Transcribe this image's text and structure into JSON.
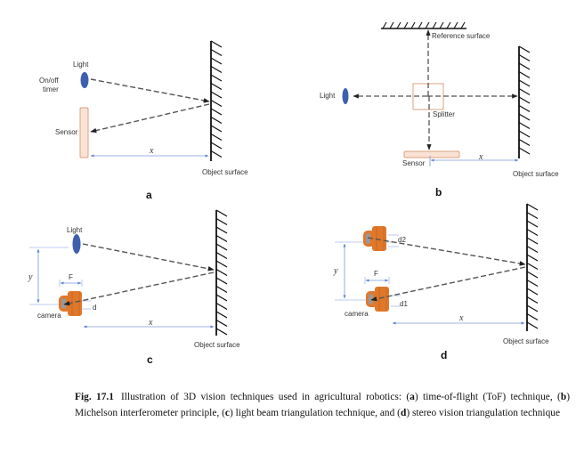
{
  "figure": {
    "panels": {
      "a": {
        "letter": "a",
        "labels": {
          "light": "Light",
          "timer_line1": "On/off",
          "timer_line2": "timer",
          "sensor": "Sensor",
          "x": "x",
          "object": "Object surface"
        }
      },
      "b": {
        "letter": "b",
        "labels": {
          "reference": "Reference surface",
          "light": "Light",
          "splitter": "Splitter",
          "sensor": "Sensor",
          "x": "x",
          "object": "Object surface"
        }
      },
      "c": {
        "letter": "c",
        "labels": {
          "light": "Light",
          "y": "y",
          "f": "F",
          "d": "d",
          "camera": "camera",
          "x": "x",
          "object": "Object surface"
        }
      },
      "d": {
        "letter": "d",
        "labels": {
          "d2": "d2",
          "y": "y",
          "f": "F",
          "d1": "d1",
          "camera": "camera",
          "x": "x",
          "object": "Object surface"
        }
      }
    },
    "colors": {
      "light": "#3d5fae",
      "sensor_fill": "#fae3d4",
      "sensor_stroke": "#d9a382",
      "camera": "#e0782c",
      "camera_dark": "#c5621c",
      "lens": "#999999",
      "dimension": "#7b9ad6"
    }
  },
  "caption": {
    "fig_number": "Fig. 17.1",
    "segments": [
      {
        "t": "Illustration of 3D vision techniques used in agricultural robotics: (",
        "b": false
      },
      {
        "t": "a",
        "b": true
      },
      {
        "t": ") time-of-flight (ToF) technique, (",
        "b": false
      },
      {
        "t": "b",
        "b": true
      },
      {
        "t": ") Michelson interferometer principle, (",
        "b": false
      },
      {
        "t": "c",
        "b": true
      },
      {
        "t": ") light beam triangulation technique, and (",
        "b": false
      },
      {
        "t": "d",
        "b": true
      },
      {
        "t": ") stereo vision triangulation technique",
        "b": false
      }
    ]
  }
}
